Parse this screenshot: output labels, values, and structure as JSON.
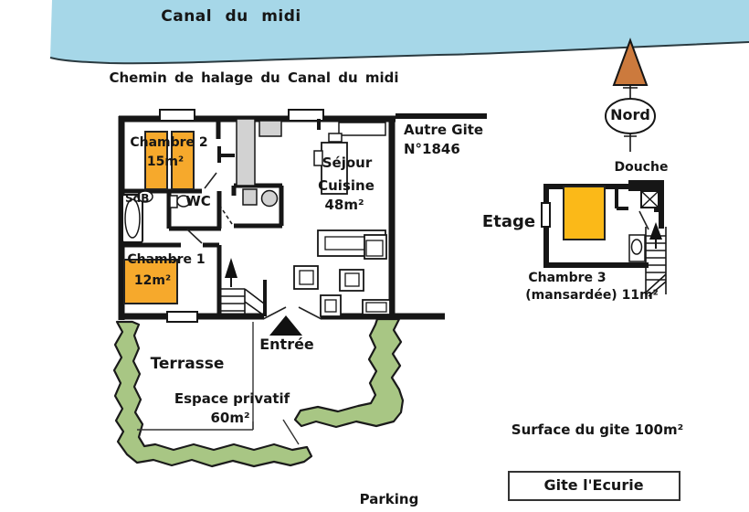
{
  "colors": {
    "canal_blue": "#A6D7E8",
    "bed_orange": "#F6A92C",
    "bed_orange_light": "#FBB918",
    "hedge_green": "#A8C684",
    "compass_orange": "#CC7A3D",
    "furniture_gray": "#D2D2D2",
    "wall_black": "#161616"
  },
  "canal": {
    "title": "Canal du midi",
    "towpath": "Chemin de halage du Canal du midi"
  },
  "compass": {
    "label": "Nord"
  },
  "neighbor": {
    "line1": "Autre Gite",
    "line2": "N°1846"
  },
  "ground_floor": {
    "chambre2": {
      "name": "Chambre 2",
      "area": "15m²"
    },
    "sdb": {
      "name": "SdB"
    },
    "wc": {
      "name": "WC"
    },
    "sejour": {
      "line1": "Séjour",
      "line2": "Cuisine",
      "area": "48m²"
    },
    "chambre1": {
      "name": "Chambre 1",
      "area": "12m²"
    },
    "entrance": {
      "label": "Entrée"
    }
  },
  "upper_floor": {
    "label": "Etage",
    "douche": "Douche",
    "chambre3_line1": "Chambre 3",
    "chambre3_line2": "(mansardée) 11m²"
  },
  "exterior": {
    "terrace": "Terrasse",
    "private_line1": "Espace privatif",
    "private_line2": "60m²",
    "parking": "Parking"
  },
  "info": {
    "surface": "Surface du gite 100m²",
    "gite_name": "Gite l'Ecurie"
  }
}
